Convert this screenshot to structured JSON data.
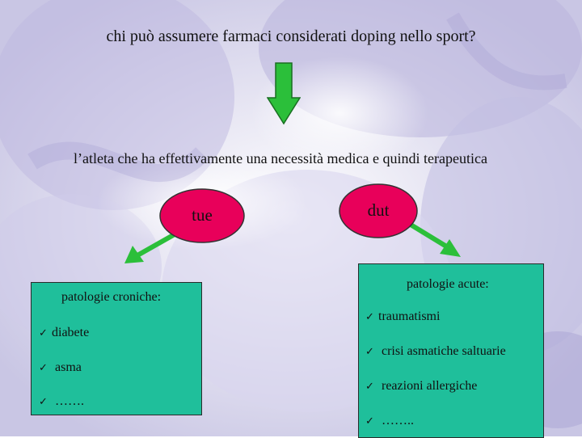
{
  "question": "chi può assumere farmaci considerati doping nello sport?",
  "answer": "l’atleta che ha effettivamente una necessità medica e quindi terapeutica",
  "nodes": {
    "left": "tue",
    "right": "dut"
  },
  "left_box": {
    "heading": "patologie croniche:",
    "items": [
      "diabete",
      "asma",
      "……."
    ]
  },
  "right_box": {
    "heading": "patologie acute:",
    "items": [
      "traumatismi",
      "crisi asmatiche saltuarie",
      "reazioni allergiche",
      "…….."
    ]
  },
  "colors": {
    "ellipse_fill": "#e8005a",
    "box_fill": "#1fbf9b",
    "arrow_fill": "#2bbf3a"
  }
}
